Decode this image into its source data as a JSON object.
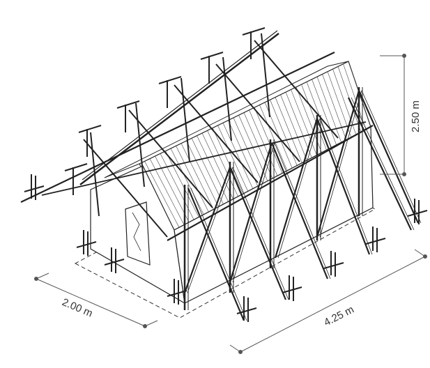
{
  "drawing": {
    "dimensions": {
      "height_label": "2.50 m",
      "width_label": "2.00 m",
      "length_label": "4.25 m"
    },
    "colors": {
      "line": "#222222",
      "dimension": "#555555",
      "roof_hatch": "#444444"
    }
  }
}
